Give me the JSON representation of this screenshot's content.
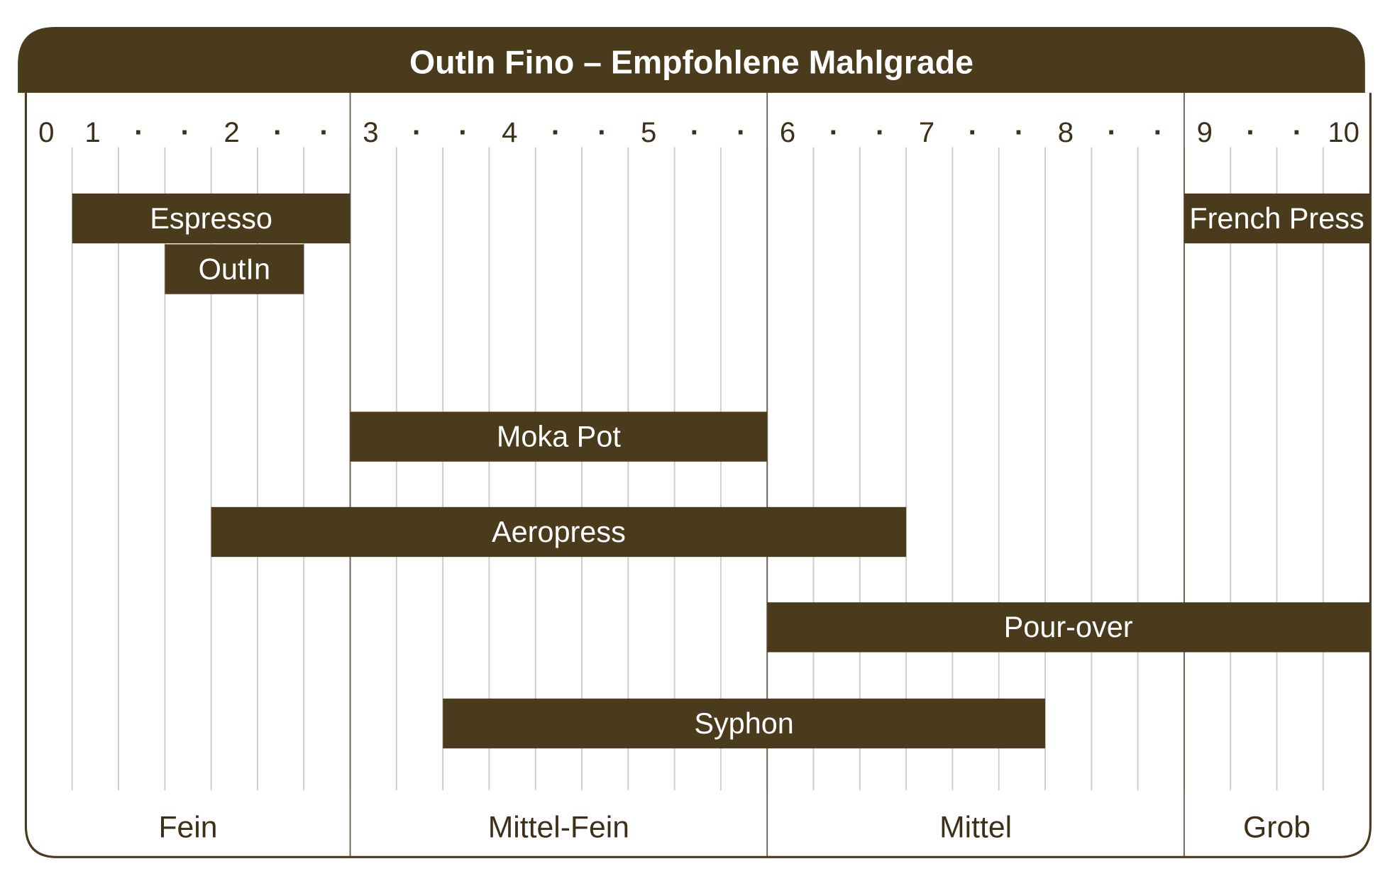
{
  "colors": {
    "brand": "#4a3b1d",
    "grid": "#cccccc",
    "divider": "#6b6050",
    "text": "#3d3018"
  },
  "chart_data": {
    "type": "bar",
    "orientation": "horizontal-range",
    "title": "OutIn Fino – Empfohlene Mahlgrade",
    "xlabel": "",
    "ylabel": "",
    "xlim": [
      0,
      10.333
    ],
    "grid": true,
    "tick_labels": [
      "0",
      "1",
      "·",
      "·",
      "2",
      "·",
      "·",
      "3",
      "·",
      "·",
      "4",
      "·",
      "·",
      "5",
      "·",
      "·",
      "6",
      "·",
      "·",
      "7",
      "·",
      "·",
      "8",
      "·",
      "·",
      "9",
      "·",
      "·",
      "10"
    ],
    "series": [
      {
        "name": "Espresso",
        "start": 1,
        "end": 3,
        "row": 0
      },
      {
        "name": "OutIn",
        "start": 1.667,
        "end": 2.667,
        "row": 1
      },
      {
        "name": "French Press",
        "start": 9,
        "end": 10.333,
        "row": 0
      },
      {
        "name": "Moka Pot",
        "start": 3,
        "end": 6,
        "row": 2
      },
      {
        "name": "Aeropress",
        "start": 2,
        "end": 7,
        "row": 3
      },
      {
        "name": "Pour-over",
        "start": 6,
        "end": 10.333,
        "row": 4
      },
      {
        "name": "Syphon",
        "start": 3.667,
        "end": 8,
        "row": 5
      }
    ],
    "categories": [
      {
        "name": "Fein",
        "start": 0,
        "end": 3
      },
      {
        "name": "Mittel-Fein",
        "start": 3,
        "end": 6
      },
      {
        "name": "Mittel",
        "start": 6,
        "end": 9
      },
      {
        "name": "Grob",
        "start": 9,
        "end": 10.333
      }
    ]
  }
}
